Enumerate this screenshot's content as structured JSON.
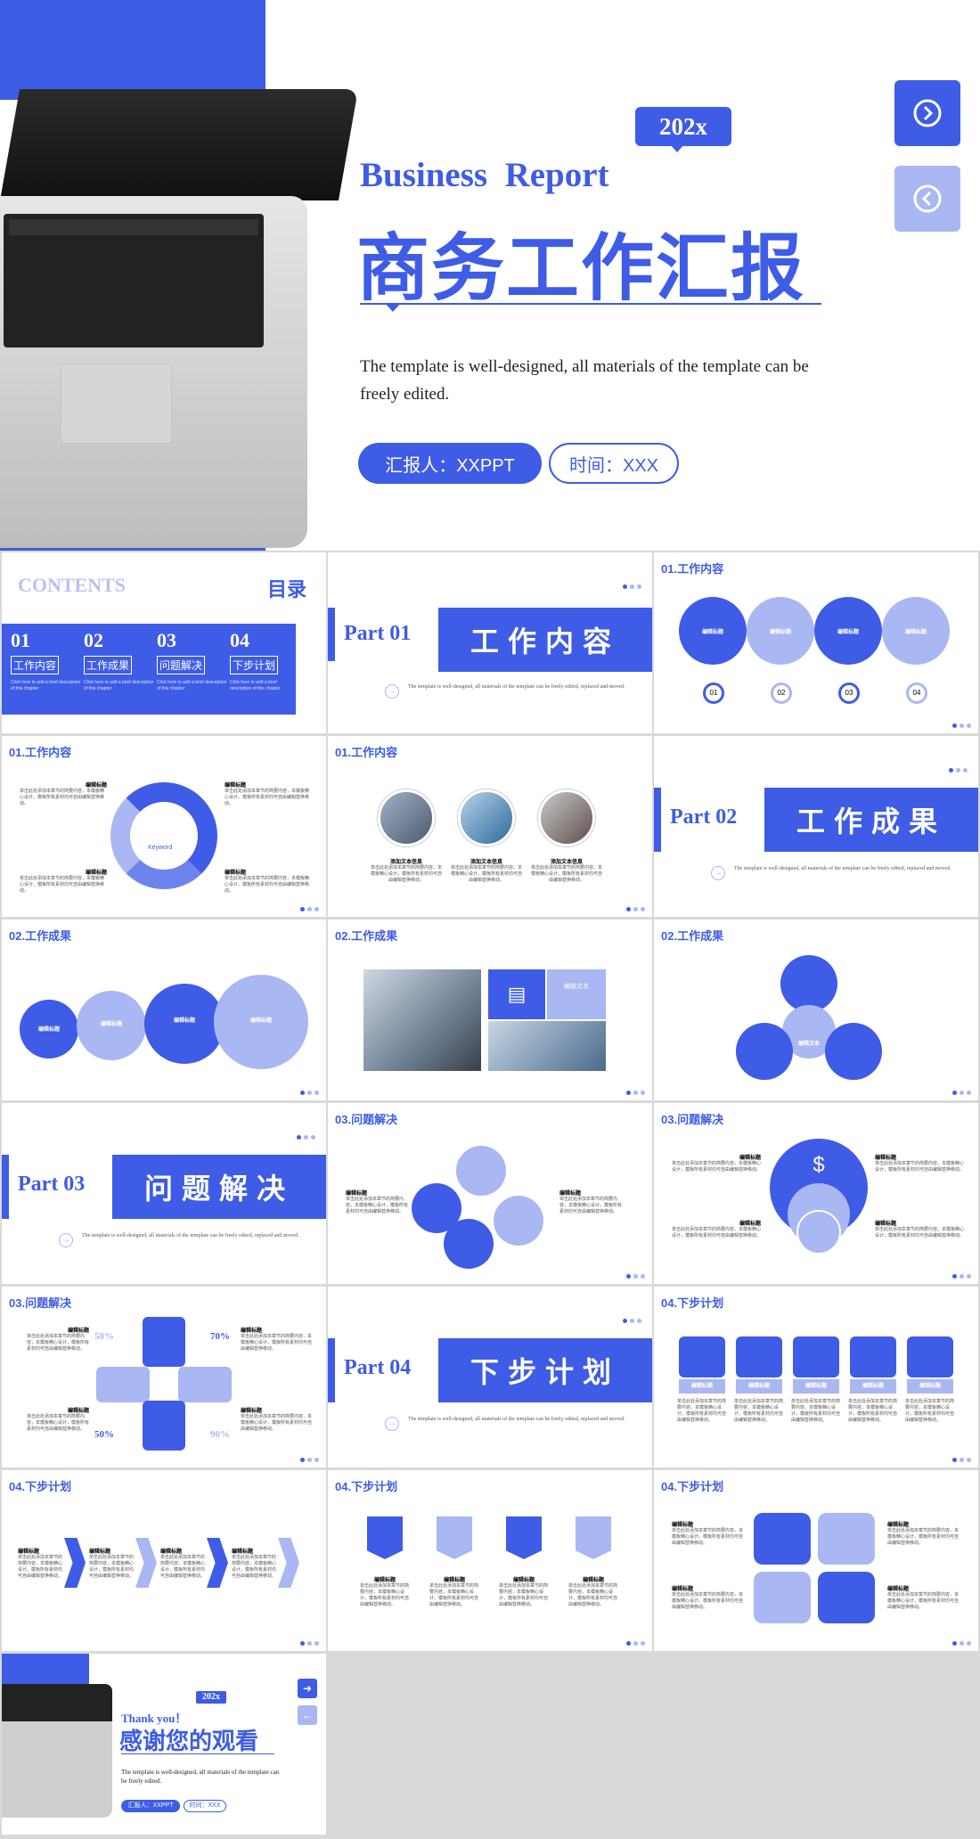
{
  "hero": {
    "year_badge": "202x",
    "en_title": "Business  Report",
    "cn_title": "商务工作汇报",
    "description": "The template is well-designed, all materials of the template can be freely edited.",
    "reporter": "汇报人：XXPPT",
    "time": "时间：XXX",
    "next_icon": "arrow-right-circle-icon",
    "prev_icon": "arrow-left-circle-icon"
  },
  "contents": {
    "en": "CONTENTS",
    "cn": "目录",
    "items": [
      {
        "num": "01",
        "label": "工作内容",
        "desc": "Click here to add a brief description of this chapter"
      },
      {
        "num": "02",
        "label": "工作成果",
        "desc": "Click here to add a brief description of this chapter"
      },
      {
        "num": "03",
        "label": "问题解决",
        "desc": "Click here to add a brief description of this chapter"
      },
      {
        "num": "04",
        "label": "下步计划",
        "desc": "Click here to add a brief description of this chapter"
      }
    ]
  },
  "parts": [
    {
      "part": "Part 01",
      "title": "工作内容",
      "desc": "The template is well-designed, all materials of the template can be freely edited, replaced and moved."
    },
    {
      "part": "Part 02",
      "title": "工作成果",
      "desc": "The template is well-designed, all materials of the template can be freely edited, replaced and moved."
    },
    {
      "part": "Part 03",
      "title": "问题解决",
      "desc": "The template is well-designed, all materials of the template can be freely edited, replaced and moved."
    },
    {
      "part": "Part 04",
      "title": "下步计划",
      "desc": "The template is well-designed, all materials of the template can be freely edited, replaced and moved."
    }
  ],
  "section_titles": {
    "s1": "01.工作内容",
    "s2": "02.工作成果",
    "s3": "03.问题解决",
    "s4": "04.下步计划"
  },
  "labels": {
    "edit_title": "编辑标题",
    "edit_text": "编辑文本",
    "add_text_info": "添加文本信息",
    "keyword": "Keyword",
    "body": "单击此处添加本章节的简要内容，本模板精心设计，模板所有素材均可自由编辑替换移动。",
    "pct": [
      "50%",
      "70%",
      "50%",
      "90%"
    ],
    "nums": [
      "01",
      "02",
      "03",
      "04"
    ]
  },
  "thanks": {
    "year_badge": "202x",
    "en": "Thank you！",
    "cn": "感谢您的观看",
    "desc": "The template is well-designed, all materials of the template can be freely edited.",
    "reporter": "汇报人：XXPPT",
    "time": "时间：XXX"
  },
  "colors": {
    "accent": "#3e5ce6",
    "light": "#a9b7f2",
    "gray_bg": "#d9d9d9"
  }
}
